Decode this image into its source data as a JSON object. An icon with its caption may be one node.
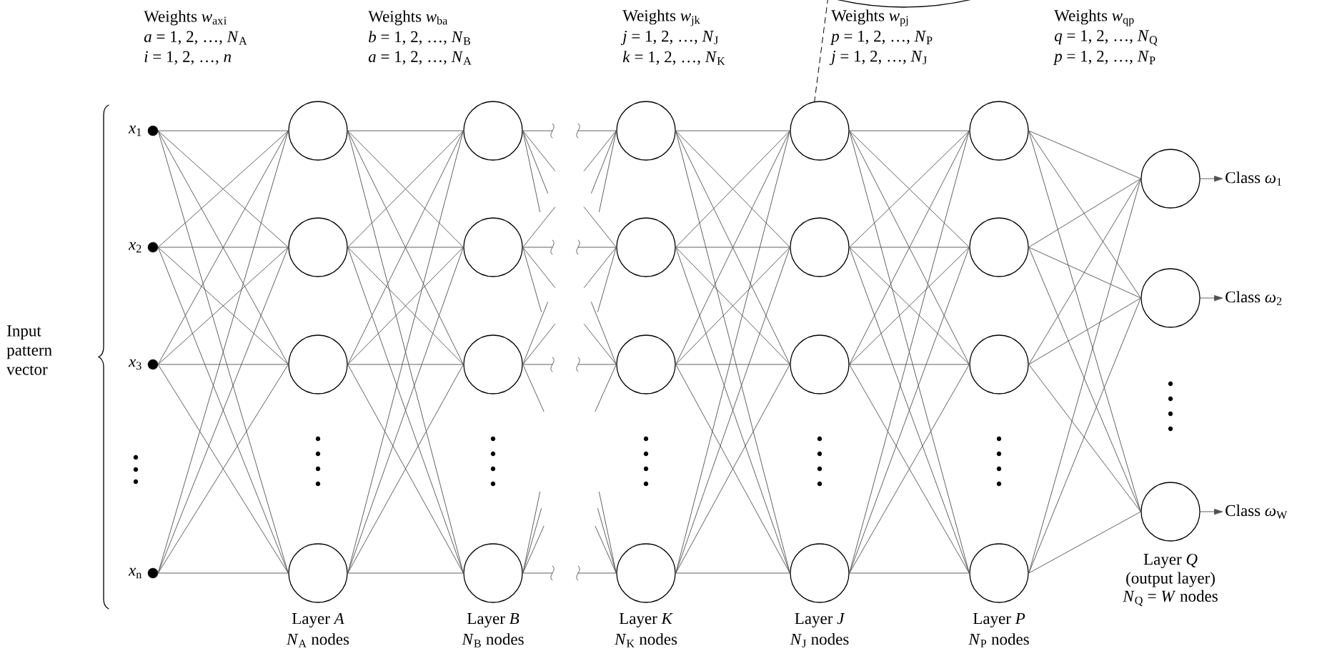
{
  "diagram": {
    "nodes": [
      {
        "text": [],
        "shape": "circle",
        "beside": [
          "*x*$_{1}$"
        ]
      },
      {
        "text": [],
        "shape": "circle",
        "beside": [
          "*x*$_{2}$"
        ]
      },
      {
        "text": [],
        "shape": "circle",
        "beside": [
          "*x*$_{3}$"
        ]
      },
      {
        "text": [],
        "shape": "circle",
        "beside": [
          "*x*$_{n}$"
        ]
      },
      {
        "text": [],
        "shape": "circle"
      },
      {
        "text": [],
        "shape": "circle"
      },
      {
        "text": [],
        "shape": "circle"
      },
      {
        "text": [],
        "shape": "circle"
      },
      {
        "text": [],
        "shape": "circle"
      },
      {
        "text": [],
        "shape": "circle"
      },
      {
        "text": [],
        "shape": "circle"
      },
      {
        "text": [],
        "shape": "circle"
      },
      {
        "text": [],
        "shape": "circle"
      },
      {
        "text": [],
        "shape": "circle"
      },
      {
        "text": [],
        "shape": "circle"
      },
      {
        "text": [],
        "shape": "circle"
      },
      {
        "text": [],
        "shape": "circle"
      },
      {
        "text": [],
        "shape": "circle"
      },
      {
        "text": [],
        "shape": "circle"
      },
      {
        "text": [],
        "shape": "circle"
      },
      {
        "text": [],
        "shape": "circle"
      },
      {
        "text": [],
        "shape": "circle"
      },
      {
        "text": [],
        "shape": "circle"
      },
      {
        "text": [],
        "shape": "circle"
      },
      {
        "text": [],
        "shape": "circle"
      },
      {
        "text": [],
        "shape": "circle"
      },
      {
        "text": [],
        "shape": "circle"
      },
      {
        "text": [
          "Class *ω*$_{1}$"
        ]
      },
      {
        "text": [
          "Class *ω*$_{2}$"
        ]
      },
      {
        "text": [
          "Class *ω*$_{W}$"
        ]
      },
      {
        "text": [],
        "shape": "circle"
      }
    ],
    "edges": [
      {
        "from": 0,
        "to": 4,
        "arrow": "none"
      },
      {
        "from": 0,
        "to": 5,
        "arrow": "none"
      },
      {
        "from": 0,
        "to": 6,
        "arrow": "none"
      },
      {
        "from": 0,
        "to": 7,
        "arrow": "none"
      },
      {
        "from": 1,
        "to": 4,
        "arrow": "none"
      },
      {
        "from": 1,
        "to": 5,
        "arrow": "none"
      },
      {
        "from": 1,
        "to": 6,
        "arrow": "none"
      },
      {
        "from": 1,
        "to": 7,
        "arrow": "none"
      },
      {
        "from": 2,
        "to": 4,
        "arrow": "none"
      },
      {
        "from": 2,
        "to": 5,
        "arrow": "none"
      },
      {
        "from": 2,
        "to": 6,
        "arrow": "none"
      },
      {
        "from": 2,
        "to": 7,
        "arrow": "none"
      },
      {
        "from": 3,
        "to": 4,
        "arrow": "none"
      },
      {
        "from": 3,
        "to": 5,
        "arrow": "none"
      },
      {
        "from": 3,
        "to": 6,
        "arrow": "none"
      },
      {
        "from": 3,
        "to": 7,
        "arrow": "none"
      },
      {
        "from": 4,
        "to": 8,
        "arrow": "none"
      },
      {
        "from": 4,
        "to": 9,
        "arrow": "none"
      },
      {
        "from": 4,
        "to": 10,
        "arrow": "none"
      },
      {
        "from": 4,
        "to": 11,
        "arrow": "none"
      },
      {
        "from": 5,
        "to": 8,
        "arrow": "none"
      },
      {
        "from": 5,
        "to": 9,
        "arrow": "none"
      },
      {
        "from": 5,
        "to": 10,
        "arrow": "none"
      },
      {
        "from": 5,
        "to": 11,
        "arrow": "none"
      },
      {
        "from": 6,
        "to": 8,
        "arrow": "none"
      },
      {
        "from": 6,
        "to": 9,
        "arrow": "none"
      },
      {
        "from": 6,
        "to": 10,
        "arrow": "none"
      },
      {
        "from": 6,
        "to": 11,
        "arrow": "none"
      },
      {
        "from": 7,
        "to": 8,
        "arrow": "none"
      },
      {
        "from": 7,
        "to": 9,
        "arrow": "none"
      },
      {
        "from": 7,
        "to": 10,
        "arrow": "none"
      },
      {
        "from": 7,
        "to": 11,
        "arrow": "none"
      },
      {
        "from": 8,
        "to": null,
        "arrow": "none"
      },
      {
        "from": null,
        "to": 12,
        "arrow": "none"
      },
      {
        "from": 9,
        "to": null,
        "arrow": "none"
      },
      {
        "from": null,
        "to": 13,
        "arrow": "none"
      },
      {
        "from": 10,
        "to": null,
        "arrow": "none"
      },
      {
        "from": null,
        "to": 14,
        "arrow": "none"
      },
      {
        "from": 11,
        "to": null,
        "arrow": "none"
      },
      {
        "from": null,
        "to": 15,
        "arrow": "none"
      },
      {
        "from": 12,
        "to": 16,
        "arrow": "none"
      },
      {
        "from": 12,
        "to": 17,
        "arrow": "none"
      },
      {
        "from": 12,
        "to": 18,
        "arrow": "none"
      },
      {
        "from": 12,
        "to": 19,
        "arrow": "none"
      },
      {
        "from": 13,
        "to": 16,
        "arrow": "none"
      },
      {
        "from": 13,
        "to": 17,
        "arrow": "none"
      },
      {
        "from": 13,
        "to": 18,
        "arrow": "none"
      },
      {
        "from": 13,
        "to": 19,
        "arrow": "none"
      },
      {
        "from": 14,
        "to": 16,
        "arrow": "none"
      },
      {
        "from": 14,
        "to": 17,
        "arrow": "none"
      },
      {
        "from": 14,
        "to": 18,
        "arrow": "none"
      },
      {
        "from": 14,
        "to": 19,
        "arrow": "none"
      },
      {
        "from": 15,
        "to": 16,
        "arrow": "none"
      },
      {
        "from": 15,
        "to": 17,
        "arrow": "none"
      },
      {
        "from": 15,
        "to": 18,
        "arrow": "none"
      },
      {
        "from": 15,
        "to": 19,
        "arrow": "none"
      },
      {
        "from": 16,
        "to": 20,
        "arrow": "none"
      },
      {
        "from": 16,
        "to": 21,
        "arrow": "none"
      },
      {
        "from": 16,
        "to": 22,
        "arrow": "none"
      },
      {
        "from": 16,
        "to": 23,
        "arrow": "none"
      },
      {
        "from": 17,
        "to": 20,
        "arrow": "none"
      },
      {
        "from": 17,
        "to": 21,
        "arrow": "none"
      },
      {
        "from": 17,
        "to": 22,
        "arrow": "none"
      },
      {
        "from": 17,
        "to": 23,
        "arrow": "none"
      },
      {
        "from": 18,
        "to": 20,
        "arrow": "none"
      },
      {
        "from": 18,
        "to": 21,
        "arrow": "none"
      },
      {
        "from": 18,
        "to": 22,
        "arrow": "none"
      },
      {
        "from": 18,
        "to": 23,
        "arrow": "none"
      },
      {
        "from": 19,
        "to": 20,
        "arrow": "none"
      },
      {
        "from": 19,
        "to": 21,
        "arrow": "none"
      },
      {
        "from": 19,
        "to": 22,
        "arrow": "none"
      },
      {
        "from": 19,
        "to": 23,
        "arrow": "none"
      },
      {
        "from": 20,
        "to": 24,
        "arrow": "none"
      },
      {
        "from": 20,
        "to": 25,
        "arrow": "none"
      },
      {
        "from": 20,
        "to": 26,
        "arrow": "none"
      },
      {
        "from": 21,
        "to": 24,
        "arrow": "none"
      },
      {
        "from": 21,
        "to": 25,
        "arrow": "none"
      },
      {
        "from": 21,
        "to": 26,
        "arrow": "none"
      },
      {
        "from": 22,
        "to": 24,
        "arrow": "none"
      },
      {
        "from": 22,
        "to": 25,
        "arrow": "none"
      },
      {
        "from": 22,
        "to": 26,
        "arrow": "none"
      },
      {
        "from": 23,
        "to": 24,
        "arrow": "none"
      },
      {
        "from": 23,
        "to": 25,
        "arrow": "none"
      },
      {
        "from": 23,
        "to": 26,
        "arrow": "none"
      },
      {
        "from": 24,
        "to": 27,
        "arrow": "to"
      },
      {
        "from": 25,
        "to": 28,
        "arrow": "to"
      },
      {
        "from": 26,
        "to": 29,
        "arrow": "to"
      },
      {
        "from": 30,
        "to": 16,
        "arrow": "none",
        "style": "dashed"
      }
    ],
    "labels": [
      "Weights *w*$_{ax}$$_{i}$",
      "*a* = 1, 2, …, *N*$_{A}$",
      "*i* = 1, 2, …, *n*",
      "Weights *w*$_{ba}$",
      "*b* = 1, 2, …, *N*$_{B}$",
      "*a* = 1, 2, …, *N*$_{A}$",
      "Weights *w*$_{jk}$",
      "*j* = 1, 2, …, *N*$_{J}$",
      "*k* = 1, 2, …, *N*$_{K}$",
      "Weights *w*$_{pj}$",
      "*p* = 1, 2, …, *N*$_{P}$",
      "*j* = 1, 2, …, *N*$_{J}$",
      "Weights *w*$_{qp}$",
      "*q* = 1, 2, …, *N*$_{Q}$",
      "*p* = 1, 2, …, *N*$_{P}$",
      "Input pattern vector",
      "Layer *A*",
      "*N*$_{A}$ nodes",
      "Layer *B*",
      "*N*$_{B}$ nodes",
      "Layer *K*",
      "*N*$_{K}$ nodes",
      "Layer *J*",
      "*N*$_{J}$ nodes",
      "Layer *P*",
      "*N*$_{P}$ nodes",
      "Layer *Q*",
      "(output layer)",
      "*N*$_{Q}$ = *W* nodes"
    ]
  }
}
